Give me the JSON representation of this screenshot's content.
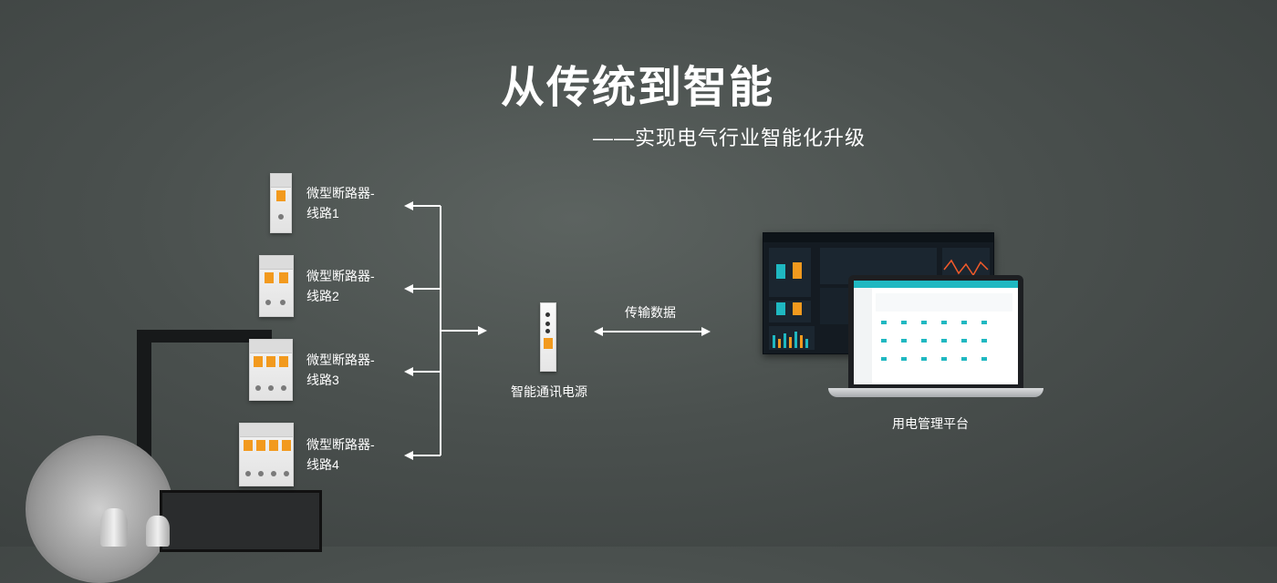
{
  "title": "从传统到智能",
  "subtitle": "——实现电气行业智能化升级",
  "breakers": [
    {
      "label_line1": "微型断路器-",
      "label_line2": "线路1"
    },
    {
      "label_line1": "微型断路器-",
      "label_line2": "线路2"
    },
    {
      "label_line1": "微型断路器-",
      "label_line2": "线路3"
    },
    {
      "label_line1": "微型断路器-",
      "label_line2": "线路4"
    }
  ],
  "power_supply_label": "智能通讯电源",
  "transfer_label": "传输数据",
  "platform_label": "用电管理平台",
  "colors": {
    "accent": "#f29a1e",
    "chart_teal": "#1fb8c1",
    "dashboard_bg": "#141b22"
  }
}
